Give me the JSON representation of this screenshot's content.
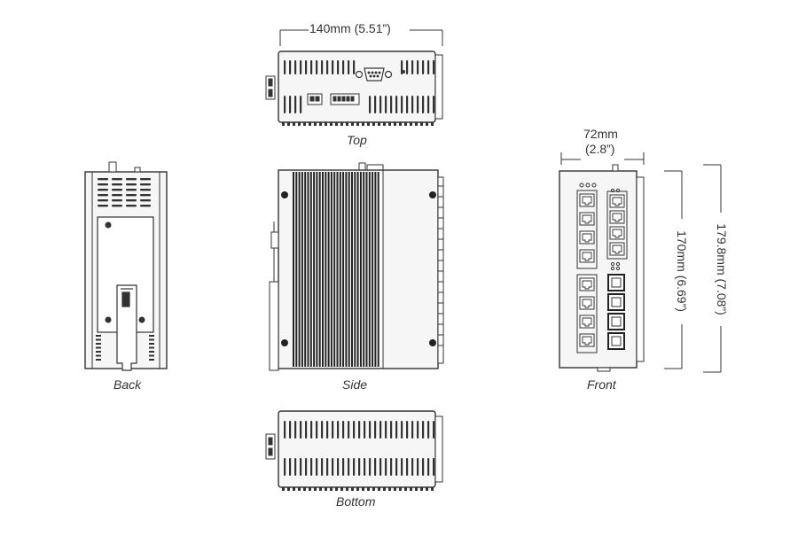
{
  "views": {
    "top": "Top",
    "back": "Back",
    "side": "Side",
    "front": "Front",
    "bottom": "Bottom"
  },
  "dimensions": {
    "width": "140mm (5.51”)",
    "depth_mm": "72mm",
    "depth_in": "(2.8”)",
    "height": "170mm (6.69”)",
    "height_total": "179.8mm (7.08”)"
  },
  "colors": {
    "line": "#333333",
    "fins": "#222222",
    "panel": "#f6f6f6"
  }
}
